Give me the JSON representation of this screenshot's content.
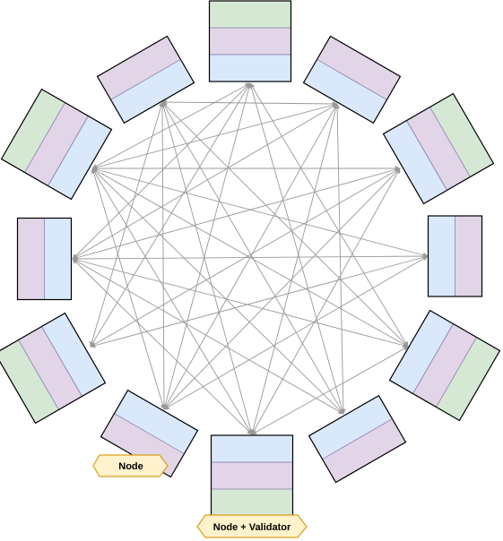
{
  "colors": {
    "green": "#d5e8d4",
    "purple": "#e1d5e7",
    "blue": "#dae8fc",
    "node_stroke": "#000000",
    "band_line": "#8a7fb0",
    "edge": "#999999",
    "tag_fill": "#fff2cc",
    "tag_stroke": "#d6a01c"
  },
  "nodes": [
    {
      "id": "n-top",
      "layers": [
        "green",
        "purple",
        "blue"
      ]
    },
    {
      "id": "n-top-right",
      "layers": [
        "purple",
        "blue"
      ]
    },
    {
      "id": "n-right-upper",
      "layers": [
        "green",
        "purple",
        "blue"
      ]
    },
    {
      "id": "n-right",
      "layers": [
        "purple",
        "blue"
      ]
    },
    {
      "id": "n-right-lower",
      "layers": [
        "green",
        "purple",
        "blue"
      ]
    },
    {
      "id": "n-bottom-right",
      "layers": [
        "purple",
        "blue"
      ]
    },
    {
      "id": "n-bottom",
      "layers": [
        "green",
        "purple",
        "blue"
      ]
    },
    {
      "id": "n-bottom-left",
      "layers": [
        "purple",
        "blue"
      ]
    },
    {
      "id": "n-left-lower",
      "layers": [
        "green",
        "purple",
        "blue"
      ]
    },
    {
      "id": "n-left",
      "layers": [
        "purple",
        "blue"
      ]
    },
    {
      "id": "n-left-upper",
      "layers": [
        "green",
        "purple",
        "blue"
      ]
    },
    {
      "id": "n-top-left",
      "layers": [
        "purple",
        "blue"
      ]
    }
  ],
  "edges": [
    [
      "n-left-upper",
      "n-top-right"
    ],
    [
      "n-left-upper",
      "n-right-upper"
    ],
    [
      "n-left-upper",
      "n-right"
    ],
    [
      "n-left-upper",
      "n-right-lower"
    ],
    [
      "n-left-upper",
      "n-bottom-right"
    ],
    [
      "n-left-upper",
      "n-bottom"
    ],
    [
      "n-left-upper",
      "n-bottom-left"
    ],
    [
      "n-left-upper",
      "n-top"
    ],
    [
      "n-top-left",
      "n-top-right"
    ],
    [
      "n-top-left",
      "n-right-lower"
    ],
    [
      "n-top-left",
      "n-bottom-right"
    ],
    [
      "n-top-left",
      "n-bottom"
    ],
    [
      "n-top-left",
      "n-bottom-left"
    ],
    [
      "n-top-left",
      "n-left-lower"
    ],
    [
      "n-top",
      "n-right-lower"
    ],
    [
      "n-top",
      "n-bottom-right"
    ],
    [
      "n-top",
      "n-left"
    ],
    [
      "n-top",
      "n-left-lower"
    ],
    [
      "n-top",
      "n-bottom-left"
    ],
    [
      "n-top-right",
      "n-left"
    ],
    [
      "n-top-right",
      "n-bottom-left"
    ],
    [
      "n-top-right",
      "n-bottom"
    ],
    [
      "n-top-right",
      "n-bottom-right"
    ],
    [
      "n-right-upper",
      "n-left"
    ],
    [
      "n-right-upper",
      "n-left-lower"
    ],
    [
      "n-right-upper",
      "n-bottom"
    ],
    [
      "n-right",
      "n-left"
    ],
    [
      "n-right",
      "n-left-lower"
    ],
    [
      "n-right",
      "n-bottom-left"
    ],
    [
      "n-right-lower",
      "n-left"
    ],
    [
      "n-right-lower",
      "n-bottom"
    ],
    [
      "n-bottom-right",
      "n-left"
    ],
    [
      "n-bottom-left",
      "n-right-upper"
    ],
    [
      "n-bottom",
      "n-left"
    ]
  ],
  "tags": [
    {
      "id": "tag-node",
      "label": "Node"
    },
    {
      "id": "tag-node-validator",
      "label": "Node + Validator"
    }
  ]
}
